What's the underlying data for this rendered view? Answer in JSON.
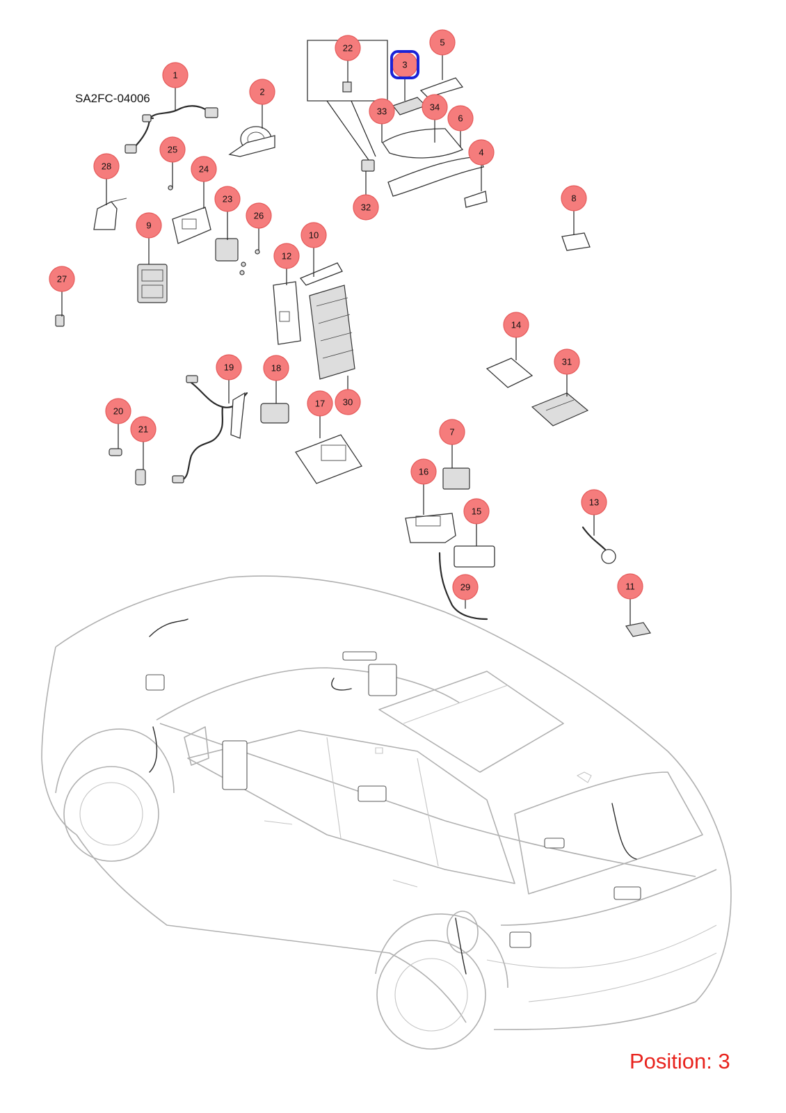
{
  "diagram": {
    "code": "SA2FC-04006",
    "position_label": "Position: 3",
    "selected_callout": "3",
    "colors": {
      "callout_fill": "#f57c7c",
      "selected_ring": "#1a22d6",
      "position_text": "#e8231d",
      "car_outline": "#b0b0b0"
    },
    "callouts": [
      "1",
      "2",
      "3",
      "4",
      "5",
      "6",
      "7",
      "8",
      "9",
      "10",
      "11",
      "12",
      "13",
      "14",
      "15",
      "16",
      "17",
      "18",
      "19",
      "20",
      "21",
      "22",
      "23",
      "24",
      "25",
      "26",
      "27",
      "28",
      "29",
      "30",
      "31",
      "32",
      "33",
      "34"
    ]
  }
}
